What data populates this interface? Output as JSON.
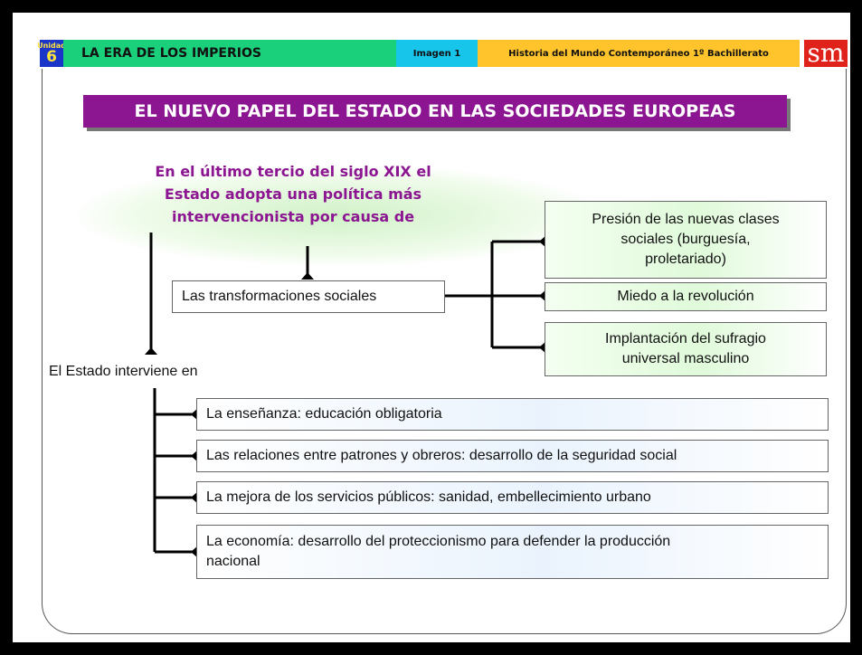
{
  "header": {
    "unit_label": "Unidad",
    "unit_number": "6",
    "era_title": "LA ERA DE LOS IMPERIOS",
    "image_label": "Imagen 1",
    "course_label": "Historia del Mundo Contemporáneo 1º Bachillerato",
    "logo_text": "sm"
  },
  "title": "EL NUEVO PAPEL DEL ESTADO EN LAS SOCIEDADES EUROPEAS",
  "intro_lines": [
    "En el último tercio del siglo XIX el",
    "Estado adopta una política más",
    "intervencionista por causa de"
  ],
  "transformations": "Las transformaciones sociales",
  "causes": [
    [
      "Presión de las nuevas clases",
      "sociales (burguesía,",
      "proletariado)"
    ],
    [
      "Miedo a la revolución"
    ],
    [
      "Implantación del sufragio",
      "universal masculino"
    ]
  ],
  "state_intervenes": "El Estado interviene en",
  "interventions": [
    "La enseñanza: educación obligatoria",
    "Las relaciones entre patrones y obreros: desarrollo de la seguridad social",
    "La mejora de los servicios públicos: sanidad, embellecimiento urbano",
    [
      "La economía: desarrollo del proteccionismo para defender la producción",
      "nacional"
    ]
  ],
  "colors": {
    "purple": "#8c1691",
    "unit_blue": "#1b35c8",
    "era_green": "#1bd07a",
    "image_cyan": "#17c4ea",
    "course_orange": "#ffc42b",
    "logo_red": "#e0231a"
  }
}
